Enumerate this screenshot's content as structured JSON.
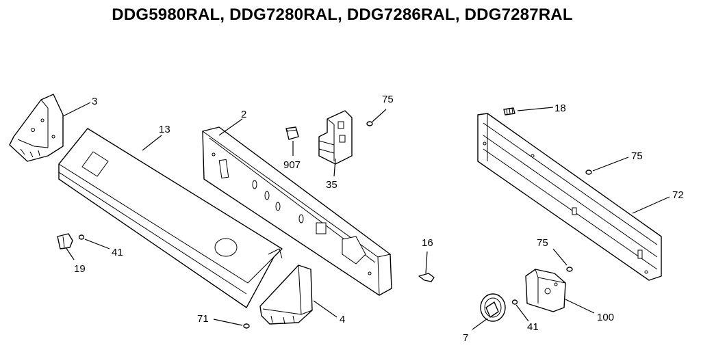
{
  "title": "DDG5980RAL, DDG7280RAL, DDG7286RAL, DDG7287RAL",
  "callouts": [
    {
      "id": "p3",
      "label": "3"
    },
    {
      "id": "p13",
      "label": "13"
    },
    {
      "id": "p2",
      "label": "2"
    },
    {
      "id": "p907",
      "label": "907"
    },
    {
      "id": "p75a",
      "label": "75"
    },
    {
      "id": "p35",
      "label": "35"
    },
    {
      "id": "p18",
      "label": "18"
    },
    {
      "id": "p75b",
      "label": "75"
    },
    {
      "id": "p72",
      "label": "72"
    },
    {
      "id": "p41a",
      "label": "41"
    },
    {
      "id": "p19",
      "label": "19"
    },
    {
      "id": "p16",
      "label": "16"
    },
    {
      "id": "p75c",
      "label": "75"
    },
    {
      "id": "p100",
      "label": "100"
    },
    {
      "id": "p71",
      "label": "71"
    },
    {
      "id": "p4",
      "label": "4"
    },
    {
      "id": "p7",
      "label": "7"
    },
    {
      "id": "p41b",
      "label": "41"
    }
  ]
}
